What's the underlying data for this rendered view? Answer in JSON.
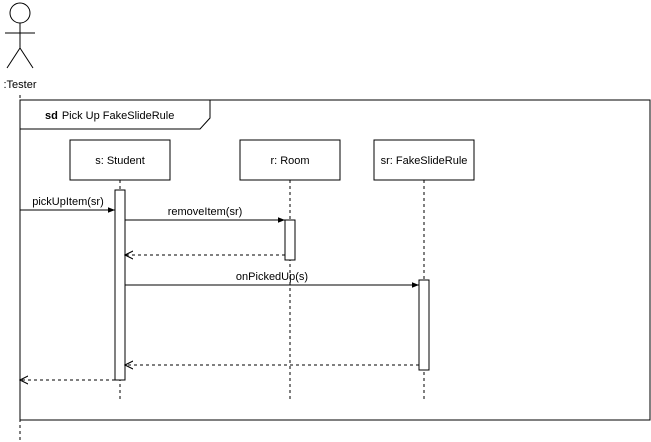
{
  "actor": {
    "label": ":Tester"
  },
  "frame": {
    "keyword": "sd",
    "title": "Pick Up FakeSlideRule"
  },
  "participants": [
    {
      "label": "s: Student"
    },
    {
      "label": "r: Room"
    },
    {
      "label": "sr: FakeSlideRule"
    }
  ],
  "messages": [
    {
      "label": "pickUpItem(sr)",
      "kind": "call"
    },
    {
      "label": "removeItem(sr)",
      "kind": "call"
    },
    {
      "label": "",
      "kind": "return"
    },
    {
      "label": "onPickedUp(s)",
      "kind": "call"
    },
    {
      "label": "",
      "kind": "return"
    },
    {
      "label": "",
      "kind": "return"
    }
  ]
}
